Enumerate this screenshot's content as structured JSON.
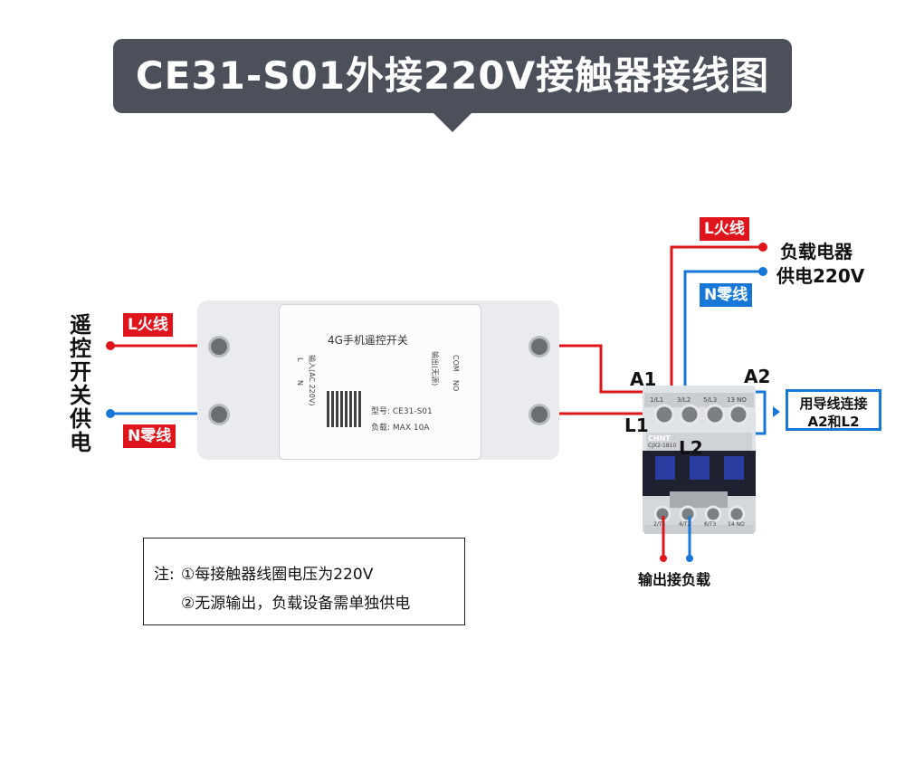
{
  "title": "CE31-S01外接220V接触器接线图",
  "left_side": {
    "vertical_label": [
      "遥",
      "控",
      "开",
      "关",
      "供",
      "电"
    ],
    "live_tag": "L火线",
    "neutral_tag": "N零线"
  },
  "device": {
    "name": "4G手机遥控开关",
    "input_label": "输入(AC 220V)",
    "input_L": "L",
    "input_N": "N",
    "output_label": "输出(无源)",
    "out_com": "COM",
    "out_no": "NO",
    "model": "型号: CE31-S01",
    "load": "负载: MAX 10A"
  },
  "right_side": {
    "live_tag": "L火线",
    "neutral_tag": "N零线",
    "load_supply_line1": "负载电器",
    "load_supply_line2": "供电220V",
    "A1": "A1",
    "A2": "A2",
    "L1": "L1",
    "L2": "L2",
    "a2l2_note_line1": "用导线连接",
    "a2l2_note_line2": "A2和L2",
    "output_load": "输出接负载",
    "contactor_brand": "CHNT",
    "contactor_model": "CJX2-1810",
    "contactor_top_terminals": [
      "1/L1",
      "3/L2",
      "5/L3",
      "13 NO"
    ],
    "contactor_bottom_terminals": [
      "2/T1",
      "4/T2",
      "6/T3",
      "14 NO"
    ]
  },
  "notes": {
    "prefix": "注:",
    "line1": "①每接触器线圈电压为220V",
    "line2": "②无源输出，负载设备需单独供电"
  },
  "colors": {
    "live": "#e0141b",
    "neutral": "#1677d8",
    "banner": "#4b505a"
  }
}
